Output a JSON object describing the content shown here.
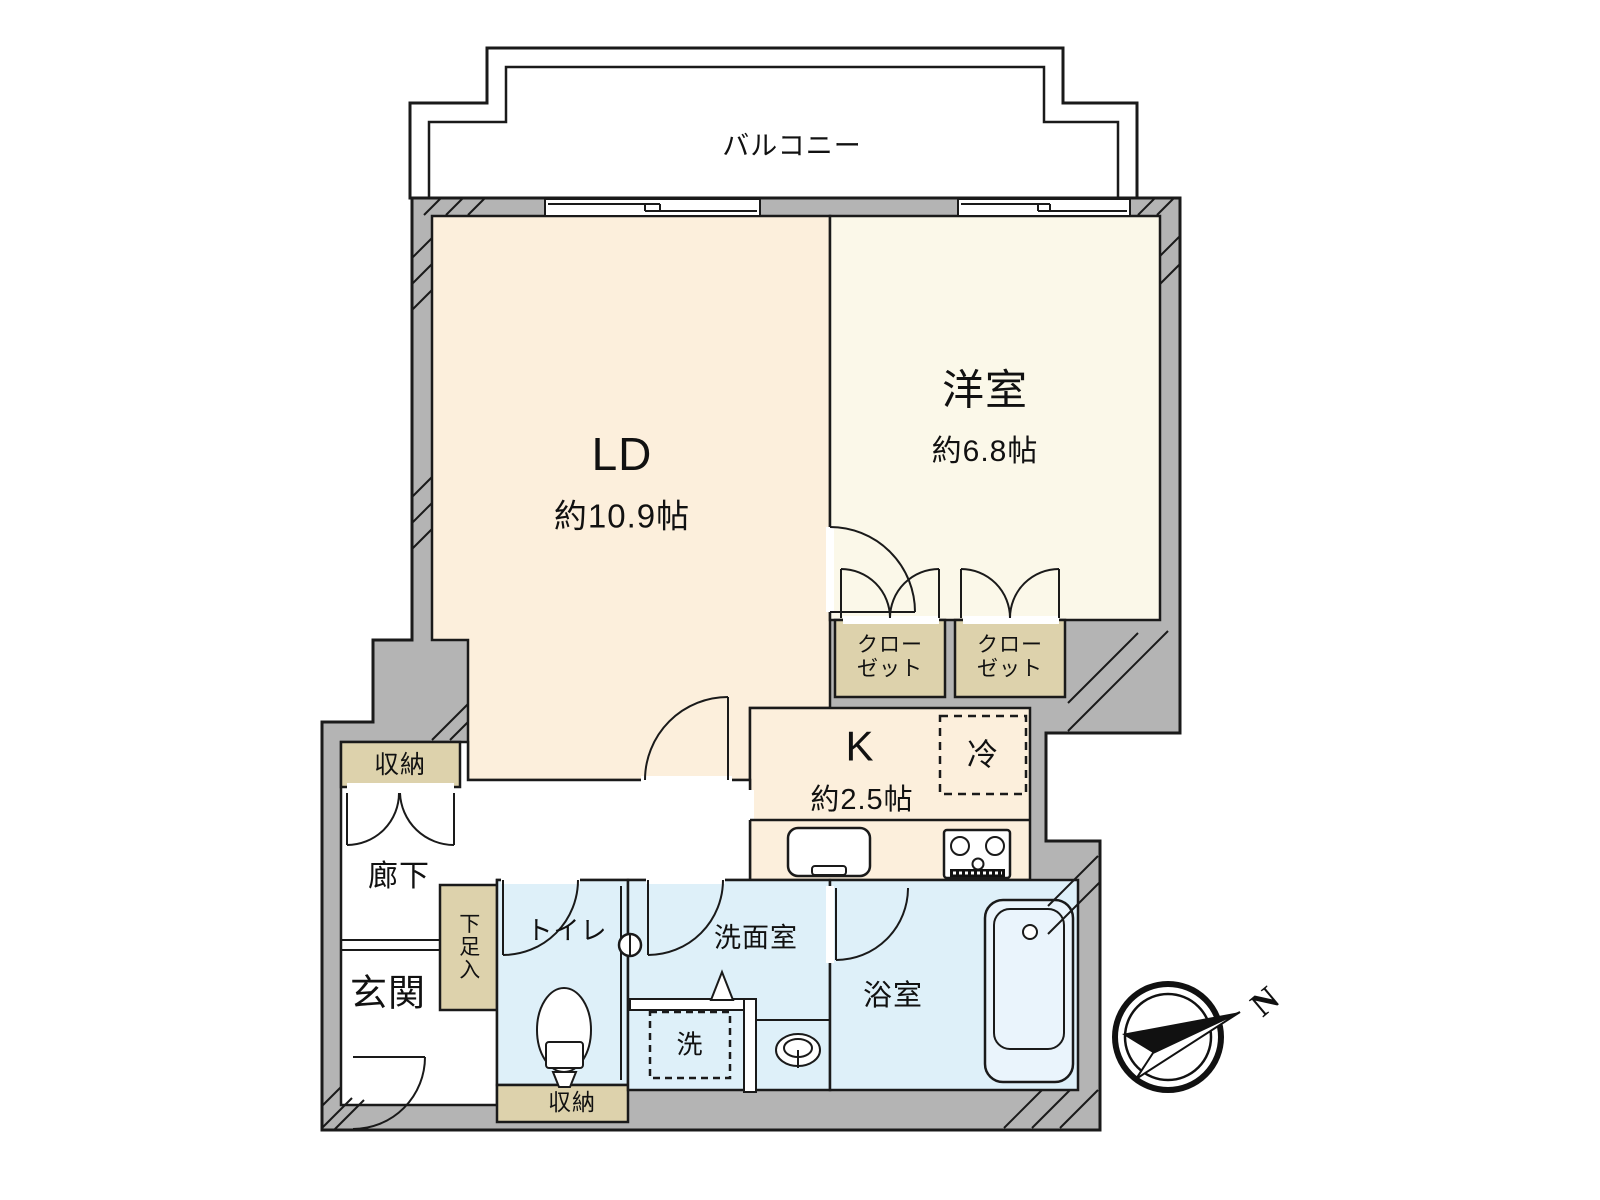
{
  "colors": {
    "wall": "#b4b4b4",
    "line": "#1a1a1a",
    "ld": "#fcefdc",
    "western": "#fbf8e9",
    "storage": "#ddd2ac",
    "wet": "#def0f9",
    "tub": "#eaf4fc",
    "floor": "#ffffff"
  },
  "rooms": {
    "balcony": {
      "label": "バルコニー"
    },
    "living_dining": {
      "label": "LD",
      "size": "約10.9帖"
    },
    "western_room": {
      "label": "洋室",
      "size": "約6.8帖"
    },
    "kitchen": {
      "label": "K",
      "size": "約2.5帖"
    },
    "closet_left": {
      "label_line1": "クロー",
      "label_line2": "ゼット"
    },
    "closet_right": {
      "label_line1": "クロー",
      "label_line2": "ゼット"
    },
    "refrigerator_space": {
      "label": "冷"
    },
    "hall_storage": {
      "label": "収納"
    },
    "hallway": {
      "label": "廊下"
    },
    "entrance": {
      "label": "玄関"
    },
    "shoe_cabinet": {
      "label": "下足入"
    },
    "toilet": {
      "label": "トイレ"
    },
    "toilet_storage": {
      "label": "収納"
    },
    "washer_space": {
      "label": "洗"
    },
    "washroom": {
      "label": "洗面室"
    },
    "bathroom": {
      "label": "浴室"
    }
  },
  "compass": {
    "north_label": "N"
  }
}
